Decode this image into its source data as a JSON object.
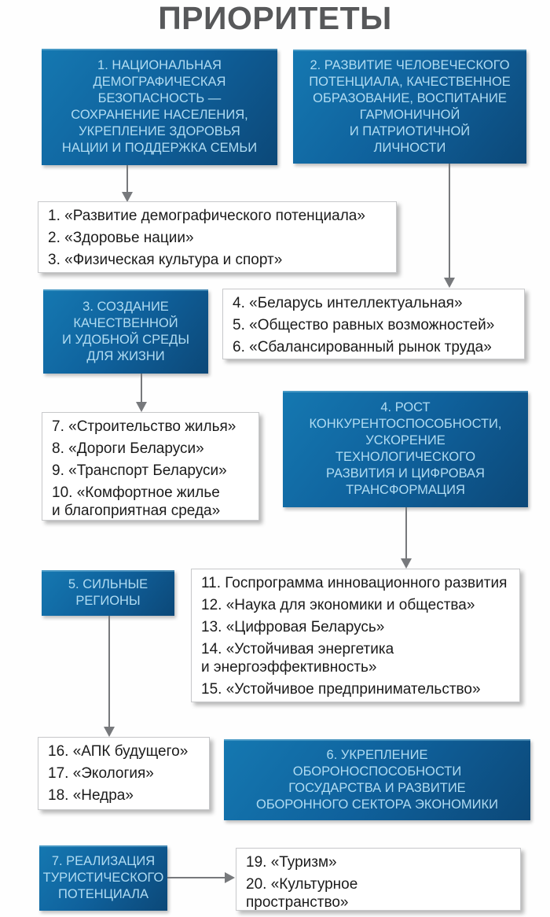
{
  "title": "ПРИОРИТЕТЫ",
  "colors": {
    "blue_gradient_start": "#1578b1",
    "blue_gradient_end": "#0c4878",
    "text_on_blue": "#b0dcf2",
    "title_text": "#57585a",
    "list_text": "#1b1b1b",
    "arrow": "#77797c",
    "white_box_border": "#c8c9cb"
  },
  "priorities": [
    {
      "label": "1. НАЦИОНАЛЬНАЯ\nДЕМОГРАФИЧЕСКАЯ\nБЕЗОПАСНОСТЬ —\nСОХРАНЕНИЕ НАСЕЛЕНИЯ,\nУКРЕПЛЕНИЕ ЗДОРОВЬЯ\nНАЦИИ И ПОДДЕРЖКА СЕМЬИ"
    },
    {
      "label": "2. РАЗВИТИЕ ЧЕЛОВЕЧЕСКОГО\nПОТЕНЦИАЛА, КАЧЕСТВЕННОЕ\nОБРАЗОВАНИЕ, ВОСПИТАНИЕ\nГАРМОНИЧНОЙ\nИ ПАТРИОТИЧНОЙ\nЛИЧНОСТИ"
    },
    {
      "label": "3. СОЗДАНИЕ\nКАЧЕСТВЕННОЙ\nИ УДОБНОЙ СРЕДЫ\nДЛЯ ЖИЗНИ"
    },
    {
      "label": "4. РОСТ\nКОНКУРЕНТОСПОСОБНОСТИ,\nУСКОРЕНИЕ\nТЕХНОЛОГИЧЕСКОГО\nРАЗВИТИЯ И ЦИФРОВАЯ\nТРАНСФОРМАЦИЯ"
    },
    {
      "label": "5. СИЛЬНЫЕ\nРЕГИОНЫ"
    },
    {
      "label": "6. УКРЕПЛЕНИЕ\nОБОРОНОСПОСОБНОСТИ\nГОСУДАРСТВА И РАЗВИТИЕ\nОБОРОННОГО СЕКТОРА ЭКОНОМИКИ"
    },
    {
      "label": "7. РЕАЛИЗАЦИЯ\nТУРИСТИЧЕСКОГО\nПОТЕНЦИАЛА"
    }
  ],
  "program_groups": [
    {
      "items": [
        "1. «Развитие демографического потенциала»",
        "2. «Здоровье нации»",
        "3. «Физическая культура и спорт»"
      ]
    },
    {
      "items": [
        "4. «Беларусь интеллектуальная»",
        "5. «Общество равных возможностей»",
        "6. «Сбалансированный рынок труда»"
      ]
    },
    {
      "items": [
        "7. «Строительство жилья»",
        "8. «Дороги Беларуси»",
        "9. «Транспорт Беларуси»",
        "10. «Комфортное жилье\nи благоприятная среда»"
      ]
    },
    {
      "items": [
        "11. Госпрограмма инновационного развития",
        "12. «Наука для экономики и общества»",
        "13. «Цифровая Беларусь»",
        "14. «Устойчивая энергетика\nи энергоэффективность»",
        "15. «Устойчивое предпринимательство»"
      ]
    },
    {
      "items": [
        "16. «АПК будущего»",
        "17. «Экология»",
        "18. «Недра»"
      ]
    },
    {
      "items": [
        "19. «Туризм»",
        "20. «Культурное\nпространство»"
      ]
    }
  ]
}
